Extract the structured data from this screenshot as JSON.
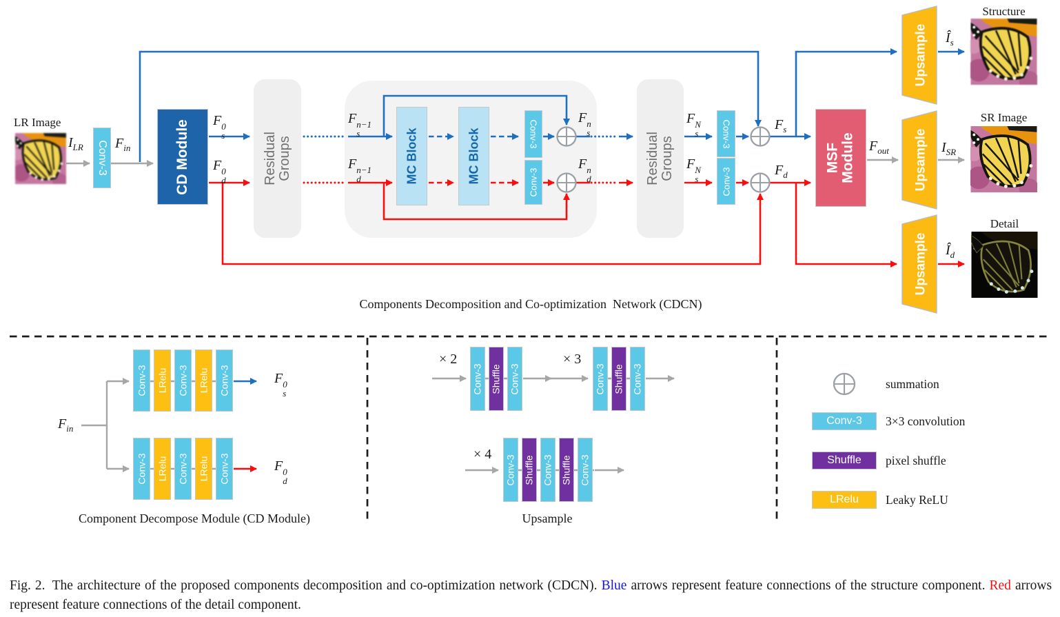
{
  "colors": {
    "blue_arrow": "#1e6fc0",
    "red_arrow": "#f90d0d",
    "gray_arrow": "#a6a6a6",
    "conv3_fill": "#5bc8e8",
    "mc_fill": "#b9e2f4",
    "mc_text": "#1568a9",
    "cd_fill": "#1d64ab",
    "msf_fill": "#e25d72",
    "upsample_fill": "#fcba12",
    "shuffle_fill": "#7030a0",
    "lrelu_fill": "#fdc012",
    "caption_blue": "#1414ee",
    "caption_red": "#ee1212"
  },
  "blocks": {
    "conv3": "Conv-3",
    "shuffle": "Shuffle",
    "lrelu": "LRelu",
    "cd_module": "CD Module",
    "mc_block": "MC Block",
    "residual_line1": "Residual",
    "residual_line2": "Groups",
    "msf_line1": "MSF",
    "msf_line2": "Module",
    "upsample": "Upsample"
  },
  "main": {
    "lr_image_label": "LR Image",
    "title": "Components Decomposition and Co-optimization  Network (CDCN)",
    "outputs": {
      "structure": "Structure",
      "sr": "SR Image",
      "detail": "Detail"
    },
    "math": {
      "i_lr": {
        "base": "I",
        "sub": "LR"
      },
      "f_in": {
        "base": "F",
        "sub": "in"
      },
      "f_s0": {
        "base": "F",
        "sub": "s",
        "sup": "0"
      },
      "f_d0": {
        "base": "F",
        "sub": "d",
        "sup": "0"
      },
      "f_s_nm1": {
        "base": "F",
        "sub": "s",
        "sup": "n−1"
      },
      "f_d_nm1": {
        "base": "F",
        "sub": "d",
        "sup": "n−1"
      },
      "f_s_n": {
        "base": "F",
        "sub": "s",
        "sup": "n"
      },
      "f_d_n": {
        "base": "F",
        "sub": "d",
        "sup": "n"
      },
      "f_s_N_top": {
        "base": "F",
        "sub": "s",
        "sup": "N"
      },
      "f_s_N_bottom": {
        "base": "F",
        "sub": "s",
        "sup": "N"
      },
      "f_s": {
        "base": "F",
        "sub": "s"
      },
      "f_d": {
        "base": "F",
        "sub": "d"
      },
      "f_out": {
        "base": "F",
        "sub": "out"
      },
      "i_sr": {
        "base": "I",
        "sub": "SR"
      },
      "i_hat_s": {
        "base": "Î",
        "sub": "s"
      },
      "i_hat_d": {
        "base": "Î",
        "sub": "d"
      }
    }
  },
  "cd_panel": {
    "caption": "Component Decompose Module (CD Module)",
    "math": {
      "f_in": {
        "base": "F",
        "sub": "in"
      },
      "f_s0": {
        "base": "F",
        "sub": "s",
        "sup": "0"
      },
      "f_d0": {
        "base": "F",
        "sub": "d",
        "sup": "0"
      }
    }
  },
  "upsample_panel": {
    "x2": "× 2",
    "x3": "× 3",
    "x4": "× 4",
    "caption": "Upsample"
  },
  "legend": {
    "summation": "summation",
    "conv3_desc": "3×3 convolution",
    "shuffle_desc": "pixel shuffle",
    "lrelu_desc": "Leaky ReLU"
  },
  "caption": {
    "fig": "Fig. 2.",
    "part1": "The architecture of the proposed components decomposition and co-optimization network (CDCN).",
    "blue_word": "Blue",
    "part2": "arrows represent feature connections of the structure component.",
    "red_word": "Red",
    "part3": "arrows represent feature connections of the detail component."
  }
}
